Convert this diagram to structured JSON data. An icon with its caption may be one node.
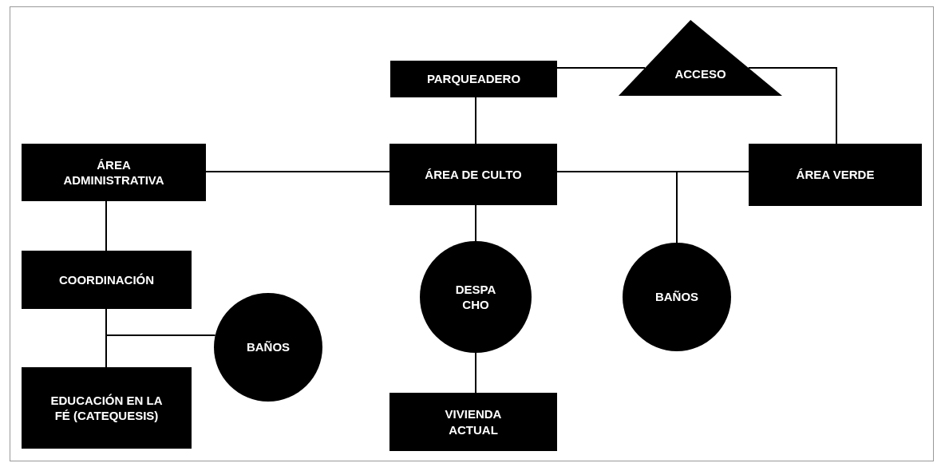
{
  "diagram": {
    "nodes": [
      {
        "text": [
          "PARQUEADERO"
        ]
      },
      {
        "text": [
          "ACCESO"
        ]
      },
      {
        "text": [
          "ÁREA ADMINISTRATIVA"
        ]
      },
      {
        "text": [
          "ÁREA DE CULTO"
        ]
      },
      {
        "text": [
          "ÁREA VERDE"
        ]
      },
      {
        "text": [
          "COORDINACIÓN"
        ]
      },
      {
        "text": [
          "BAÑOS"
        ]
      },
      {
        "text": [
          "DESPA CHO"
        ]
      },
      {
        "text": [
          "BAÑOS"
        ]
      },
      {
        "text": [
          "EDUCACIÓN EN LA FÉ (CATEQUESIS)"
        ]
      },
      {
        "text": [
          "VIVIENDA ACTUAL"
        ]
      }
    ],
    "edges": [
      {
        "from": 0,
        "to": 1,
        "arrow": "none"
      },
      {
        "from": 1,
        "to": 4,
        "arrow": "none"
      },
      {
        "from": 0,
        "to": 3,
        "arrow": "none"
      },
      {
        "from": 2,
        "to": 3,
        "arrow": "none"
      },
      {
        "from": 3,
        "to": 4,
        "arrow": "none"
      },
      {
        "from": 3,
        "to": 8,
        "arrow": "none"
      },
      {
        "from": 3,
        "to": 7,
        "arrow": "none"
      },
      {
        "from": 7,
        "to": 10,
        "arrow": "none"
      },
      {
        "from": 2,
        "to": 5,
        "arrow": "none"
      },
      {
        "from": 5,
        "to": 9,
        "arrow": "none"
      },
      {
        "from": 5,
        "to": 6,
        "arrow": "none"
      }
    ]
  }
}
